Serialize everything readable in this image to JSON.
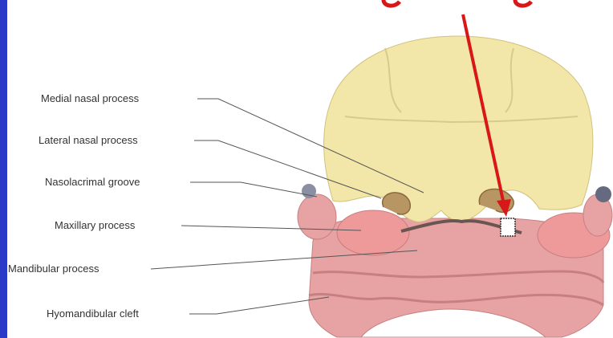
{
  "colors": {
    "accent_bar": "#2b39c9",
    "arrow": "#d81818",
    "nasal_tissue": "#f2e7a8",
    "mandibular_tissue": "#e7a3a3",
    "leader_line": "#555555"
  },
  "labels": [
    {
      "key": "medial_nasal",
      "text": "Medial nasal process"
    },
    {
      "key": "lateral_nasal",
      "text": "Lateral nasal process"
    },
    {
      "key": "nasolacrimal",
      "text": "Nasolacrimal groove"
    },
    {
      "key": "maxillary",
      "text": "Maxillary process"
    },
    {
      "key": "mandibular",
      "text": "Mandibular process"
    },
    {
      "key": "hyomandibular",
      "text": "Hyomandibular cleft"
    }
  ]
}
